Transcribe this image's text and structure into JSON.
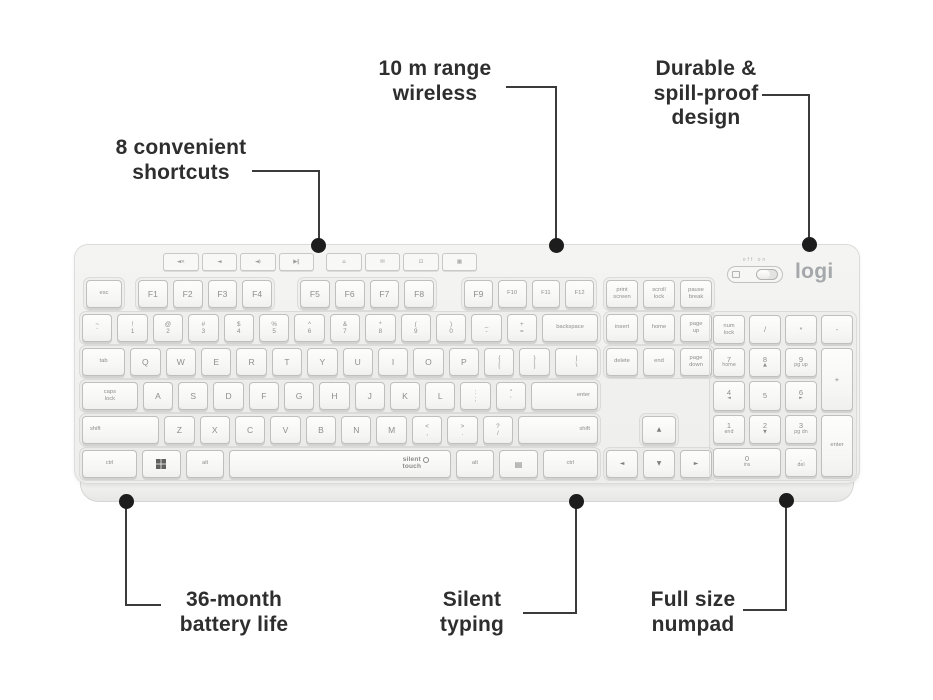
{
  "callouts": {
    "shortcuts": {
      "text": "8 convenient\nshortcuts"
    },
    "wireless": {
      "text": "10 m range\nwireless"
    },
    "durable": {
      "text": "Durable &\nspill-proof\ndesign"
    },
    "battery": {
      "text": "36-month\nbattery life"
    },
    "silent": {
      "text": "Silent\ntyping"
    },
    "numpad": {
      "text": "Full size\nnumpad"
    }
  },
  "colors": {
    "callout_text": "#2e2e2e",
    "leader_line": "#3b3b3b",
    "dot": "#1d1d1d",
    "body": "#f2f2f0"
  },
  "keyboard": {
    "brand": "logi",
    "switch_label": "off on",
    "spacebar_logo": {
      "line1": "silent",
      "line2": "touch"
    },
    "media_keys": [
      {
        "g": "◄×",
        "n": "mute-key"
      },
      {
        "g": "◄",
        "n": "volume-down-key"
      },
      {
        "g": "◄)",
        "n": "volume-up-key"
      },
      {
        "g": "▶‖",
        "n": "play-pause-key"
      },
      {
        "g": "⌂",
        "n": "home-shortcut-key",
        "cls": "mgap"
      },
      {
        "g": "✉",
        "n": "email-key"
      },
      {
        "g": "⊡",
        "n": "lock-screen-key"
      },
      {
        "g": "▦",
        "n": "calculator-key"
      }
    ],
    "esc": [
      {
        "c": "esc",
        "n": "key-esc"
      }
    ],
    "f1": [
      {
        "c": "F1"
      },
      {
        "c": "F2"
      },
      {
        "c": "F3"
      },
      {
        "c": "F4"
      }
    ],
    "f2": [
      {
        "c": "F5"
      },
      {
        "c": "F6"
      },
      {
        "c": "F7"
      },
      {
        "c": "F8"
      }
    ],
    "f3": [
      {
        "c": "F9"
      },
      {
        "c": "F10"
      },
      {
        "c": "F11"
      },
      {
        "c": "F12"
      }
    ],
    "sys": [
      {
        "c": "print\nscreen",
        "n": "key-print-screen"
      },
      {
        "c": "scroll\nlock",
        "n": "key-scroll-lock"
      },
      {
        "c": "pause\nbreak",
        "n": "key-pause-break"
      }
    ],
    "row1": [
      {
        "t": "~",
        "b": "`",
        "n": "key-grave"
      },
      {
        "t": "!",
        "b": "1"
      },
      {
        "t": "@",
        "b": "2"
      },
      {
        "t": "#",
        "b": "3"
      },
      {
        "t": "$",
        "b": "4"
      },
      {
        "t": "%",
        "b": "5"
      },
      {
        "t": "^",
        "b": "6"
      },
      {
        "t": "&",
        "b": "7"
      },
      {
        "t": "*",
        "b": "8"
      },
      {
        "t": "(",
        "b": "9"
      },
      {
        "t": ")",
        "b": "0"
      },
      {
        "t": "_",
        "b": "-",
        "n": "key-minus"
      },
      {
        "t": "+",
        "b": "=",
        "n": "key-equals"
      },
      {
        "c": "backspace",
        "n": "key-backspace",
        "f": 1.9
      }
    ],
    "row2": [
      {
        "c": "tab",
        "f": 1.45
      },
      {
        "c": "Q"
      },
      {
        "c": "W"
      },
      {
        "c": "E"
      },
      {
        "c": "R"
      },
      {
        "c": "T"
      },
      {
        "c": "Y"
      },
      {
        "c": "U"
      },
      {
        "c": "I"
      },
      {
        "c": "O"
      },
      {
        "c": "P"
      },
      {
        "t": "{",
        "b": "[",
        "n": "key-lbracket"
      },
      {
        "t": "}",
        "b": "]",
        "n": "key-rbracket"
      },
      {
        "t": "|",
        "b": "\\",
        "n": "key-backslash",
        "f": 1.45
      }
    ],
    "row3": [
      {
        "c": "caps\nlock",
        "n": "key-caps-lock",
        "f": 1.9
      },
      {
        "c": "A"
      },
      {
        "c": "S"
      },
      {
        "c": "D"
      },
      {
        "c": "F"
      },
      {
        "c": "G"
      },
      {
        "c": "H"
      },
      {
        "c": "J"
      },
      {
        "c": "K"
      },
      {
        "c": "L"
      },
      {
        "t": ":",
        "b": ";",
        "n": "key-semicolon"
      },
      {
        "t": "\"",
        "b": "'",
        "n": "key-quote"
      },
      {
        "c": "enter",
        "n": "key-enter",
        "cls": "lr",
        "f": 2.05
      }
    ],
    "row4": [
      {
        "c": "shift",
        "n": "key-shift-left",
        "cls": "ll",
        "f": 2.4
      },
      {
        "c": "Z"
      },
      {
        "c": "X"
      },
      {
        "c": "C"
      },
      {
        "c": "V"
      },
      {
        "c": "B"
      },
      {
        "c": "N"
      },
      {
        "c": "M"
      },
      {
        "t": "<",
        "b": ",",
        "n": "key-comma"
      },
      {
        "t": ">",
        "b": ".",
        "n": "key-period"
      },
      {
        "t": "?",
        "b": "/",
        "n": "key-slash"
      },
      {
        "c": "shift",
        "n": "key-shift-right",
        "cls": "lr",
        "f": 2.5
      }
    ],
    "row5": [
      {
        "c": "ctrl",
        "n": "key-ctrl-left",
        "f": 1.6
      },
      {
        "icon": "win",
        "n": "key-windows",
        "f": 1.1
      },
      {
        "c": "alt",
        "n": "key-alt-left",
        "f": 1.1
      },
      {
        "space": true,
        "n": "key-spacebar",
        "f": 6.6
      },
      {
        "c": "alt",
        "n": "key-alt-right",
        "f": 1.1
      },
      {
        "icon": "menu",
        "n": "key-menu",
        "f": 1.1
      },
      {
        "c": "ctrl",
        "n": "key-ctrl-right",
        "f": 1.6
      }
    ],
    "nav1": [
      {
        "c": "insert"
      },
      {
        "c": "home"
      },
      {
        "c": "page\nup",
        "n": "key-page-up"
      }
    ],
    "nav2": [
      {
        "c": "delete"
      },
      {
        "c": "end"
      },
      {
        "c": "page\ndown",
        "n": "key-page-down"
      }
    ],
    "arrowUp": [
      {
        "c": "▲",
        "n": "key-arrow-up",
        "cls": "arr"
      }
    ],
    "arrowRow": [
      {
        "c": "◄",
        "n": "key-arrow-left",
        "cls": "arr"
      },
      {
        "c": "▼",
        "n": "key-arrow-down",
        "cls": "arr"
      },
      {
        "c": "►",
        "n": "key-arrow-right",
        "cls": "arr"
      }
    ],
    "numpad": [
      {
        "c": "num\nlock",
        "n": "key-num-lock"
      },
      {
        "c": "/",
        "n": "key-np-divide"
      },
      {
        "c": "*",
        "n": "key-np-multiply"
      },
      {
        "c": "-",
        "n": "key-np-minus"
      },
      {
        "c": "7",
        "sub": "home"
      },
      {
        "c": "8",
        "sub": "▲"
      },
      {
        "c": "9",
        "sub": "pg up"
      },
      {
        "c": "+",
        "n": "key-np-plus",
        "cls": "span2"
      },
      {
        "c": "4",
        "sub": "◄"
      },
      {
        "c": "5"
      },
      {
        "c": "6",
        "sub": "►"
      },
      {
        "c": "1",
        "sub": "end"
      },
      {
        "c": "2",
        "sub": "▼"
      },
      {
        "c": "3",
        "sub": "pg dn"
      },
      {
        "c": "enter",
        "n": "key-np-enter",
        "cls": "span2"
      },
      {
        "c": "0",
        "sub": "ins",
        "cls": "wide2"
      },
      {
        "c": ".",
        "sub": "del",
        "n": "key-np-decimal"
      }
    ]
  }
}
